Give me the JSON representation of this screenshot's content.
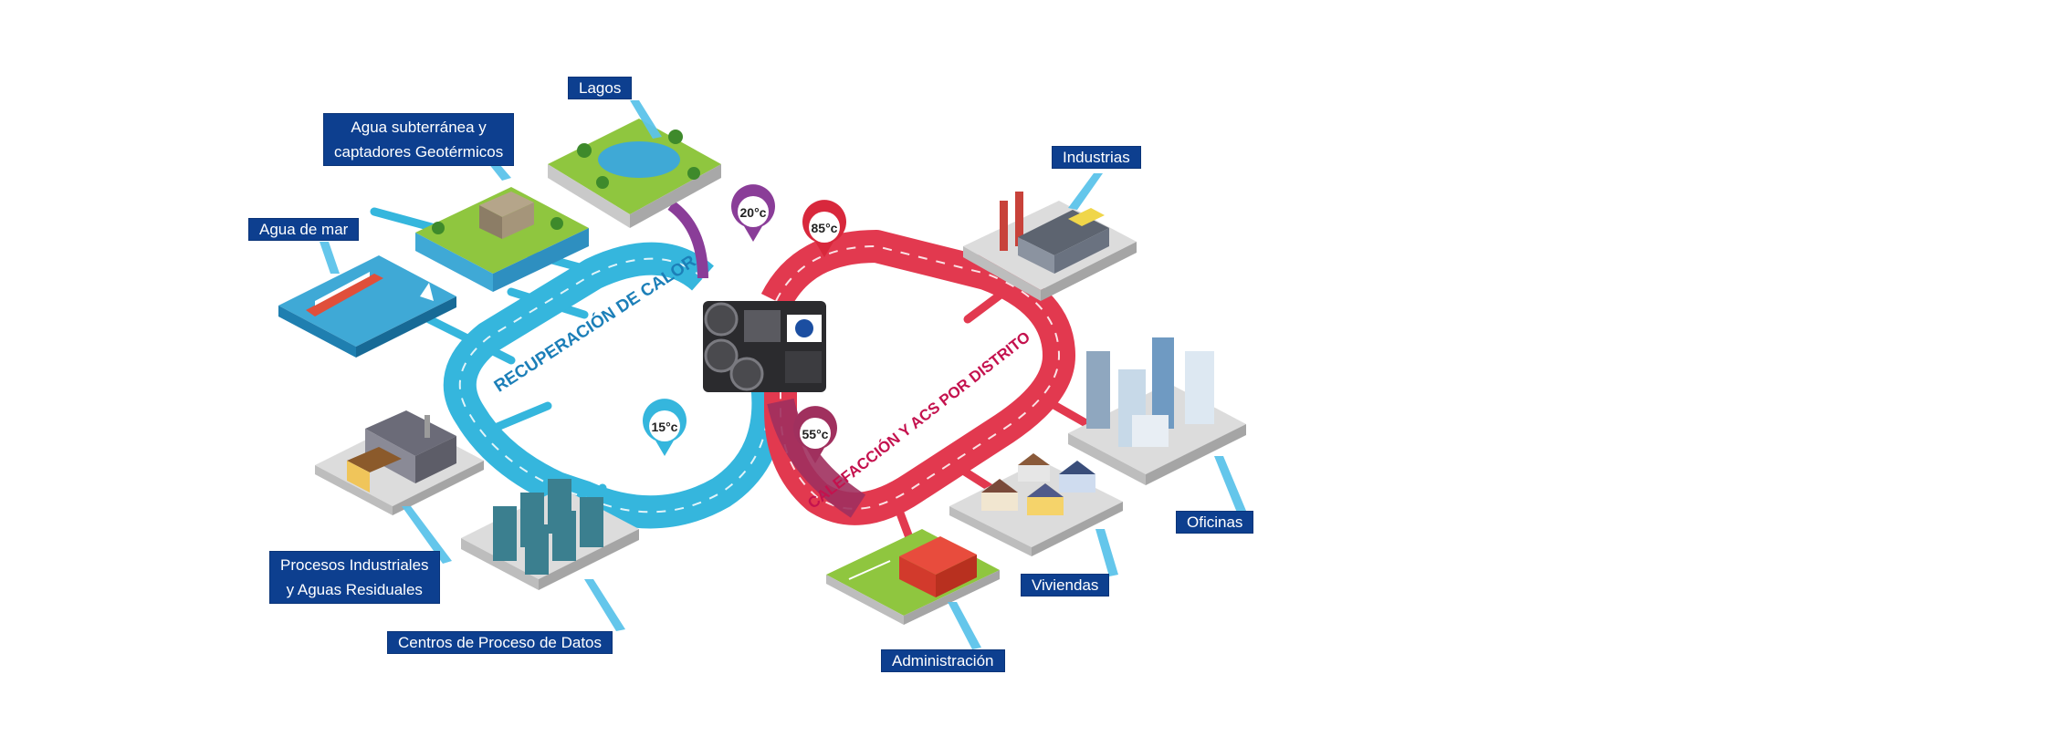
{
  "loops": {
    "heat_recovery": {
      "title": "RECUPERACIÓN DE CALOR",
      "color": "#35b6dd"
    },
    "district": {
      "title": "CALEFACCIÓN Y ACS POR DISTRITO",
      "color": "#e2394f"
    }
  },
  "pins": [
    {
      "id": "pin-20",
      "text": "20°c",
      "color": "#8a3d98"
    },
    {
      "id": "pin-85",
      "text": "85°c",
      "color": "#d8283c"
    },
    {
      "id": "pin-15",
      "text": "15°c",
      "color": "#35b6dd"
    },
    {
      "id": "pin-55",
      "text": "55°c",
      "color": "#a0305e"
    }
  ],
  "labels": {
    "lagos": "Lagos",
    "subterranea_1": "Agua subterránea y",
    "subterranea_2": "captadores Geotérmicos",
    "agua_mar": "Agua de mar",
    "procesos_1": "Procesos Industriales",
    "procesos_2": "y Aguas Residuales",
    "centros_datos": "Centros de Proceso de Datos",
    "industrias": "Industrias",
    "oficinas": "Oficinas",
    "viviendas": "Viviendas",
    "administracion": "Administración"
  },
  "colors": {
    "label_bg": "#0d3f8f",
    "callout": "#5cc3ea",
    "ground": "#dcdcdc",
    "grass": "#8fc63f",
    "water": "#3fa9d6"
  }
}
